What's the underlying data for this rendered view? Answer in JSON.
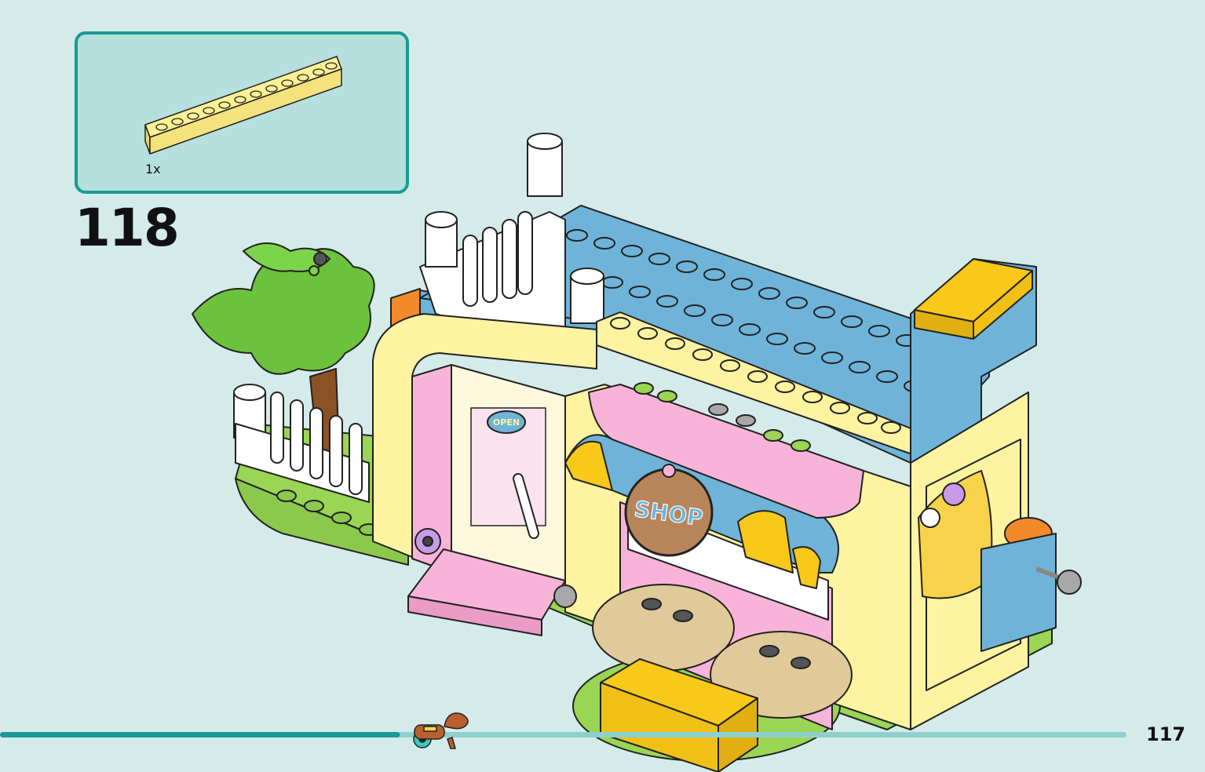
{
  "step": {
    "number": "118"
  },
  "parts_callout": {
    "quantity": "1x",
    "part_icon": "yellow-1x12-brick-icon",
    "part_color": "#fdf195"
  },
  "model": {
    "sign_text": "SHOP",
    "door_sign_text": "OPEN",
    "colors": {
      "roof": "#6fb4d8",
      "wall_yellow": "#fdf3a0",
      "wall_pink": "#f8b4d8",
      "base_green": "#9ad554",
      "tree_green": "#6cc23c",
      "awning_yellow": "#f8c81a",
      "sign_brown": "#b8855a",
      "background": "#d4ebe9"
    }
  },
  "progress": {
    "fraction": 0.355,
    "fill_color": "#1a9a96",
    "track_color": "#8fd0cd"
  },
  "page": {
    "number": "117"
  }
}
